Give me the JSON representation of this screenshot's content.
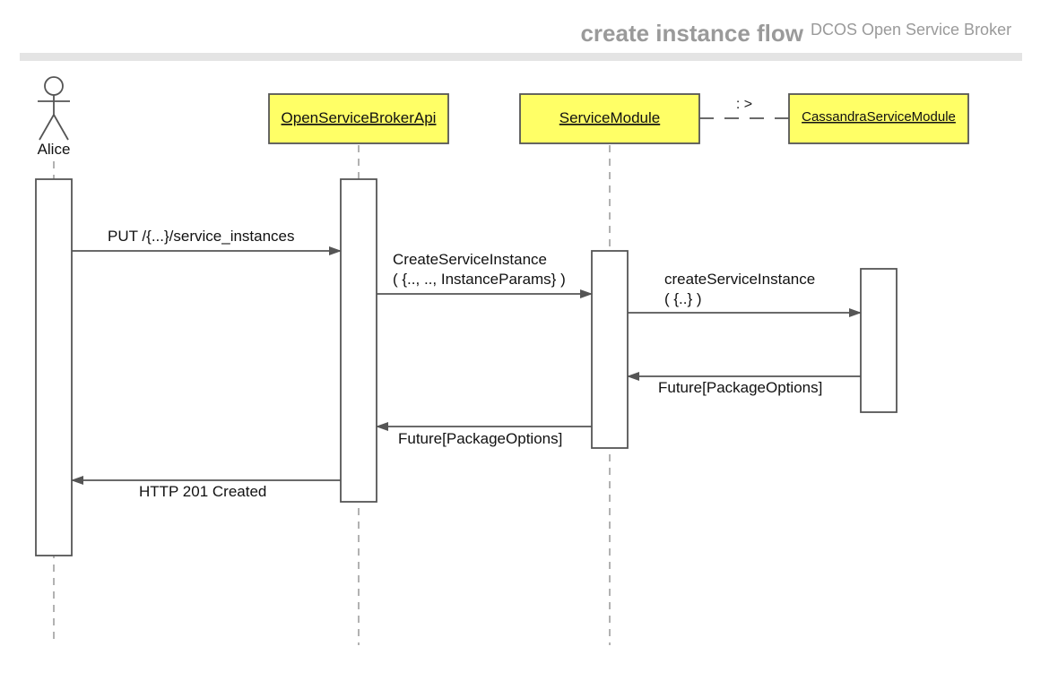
{
  "title": {
    "main": "create instance flow",
    "subtitle": "DCOS Open Service Broker"
  },
  "actor": {
    "name": "Alice"
  },
  "participants": [
    {
      "id": "api",
      "label": "OpenServiceBrokerApi"
    },
    {
      "id": "module",
      "label": "ServiceModule"
    },
    {
      "id": "cassandra",
      "label": "CassandraServiceModule"
    }
  ],
  "relation": {
    "label": ": >",
    "from": "module",
    "to": "cassandra"
  },
  "messages": [
    {
      "id": "put",
      "lines": [
        "PUT /{...}/service_instances"
      ],
      "direction": "call",
      "from": "Alice",
      "to": "OpenServiceBrokerApi"
    },
    {
      "id": "create-service-instance",
      "lines": [
        "CreateServiceInstance",
        "( {.., .., InstanceParams} )"
      ],
      "direction": "call",
      "from": "OpenServiceBrokerApi",
      "to": "ServiceModule"
    },
    {
      "id": "create-service-instance-lower",
      "lines": [
        "createServiceInstance",
        "( {..} )"
      ],
      "direction": "call",
      "from": "ServiceModule",
      "to": "CassandraServiceModule"
    },
    {
      "id": "future-return-1",
      "lines": [
        "Future[PackageOptions]"
      ],
      "direction": "return",
      "from": "CassandraServiceModule",
      "to": "ServiceModule"
    },
    {
      "id": "future-return-2",
      "lines": [
        "Future[PackageOptions]"
      ],
      "direction": "return",
      "from": "ServiceModule",
      "to": "OpenServiceBrokerApi"
    },
    {
      "id": "http-created",
      "lines": [
        "HTTP 201 Created"
      ],
      "direction": "return",
      "from": "OpenServiceBrokerApi",
      "to": "Alice"
    }
  ],
  "colors": {
    "participant_fill": "#ffff66",
    "line": "#555555",
    "lifeline": "#999999",
    "header_bar": "#e4e4e4",
    "title": "#9a9a9a"
  }
}
